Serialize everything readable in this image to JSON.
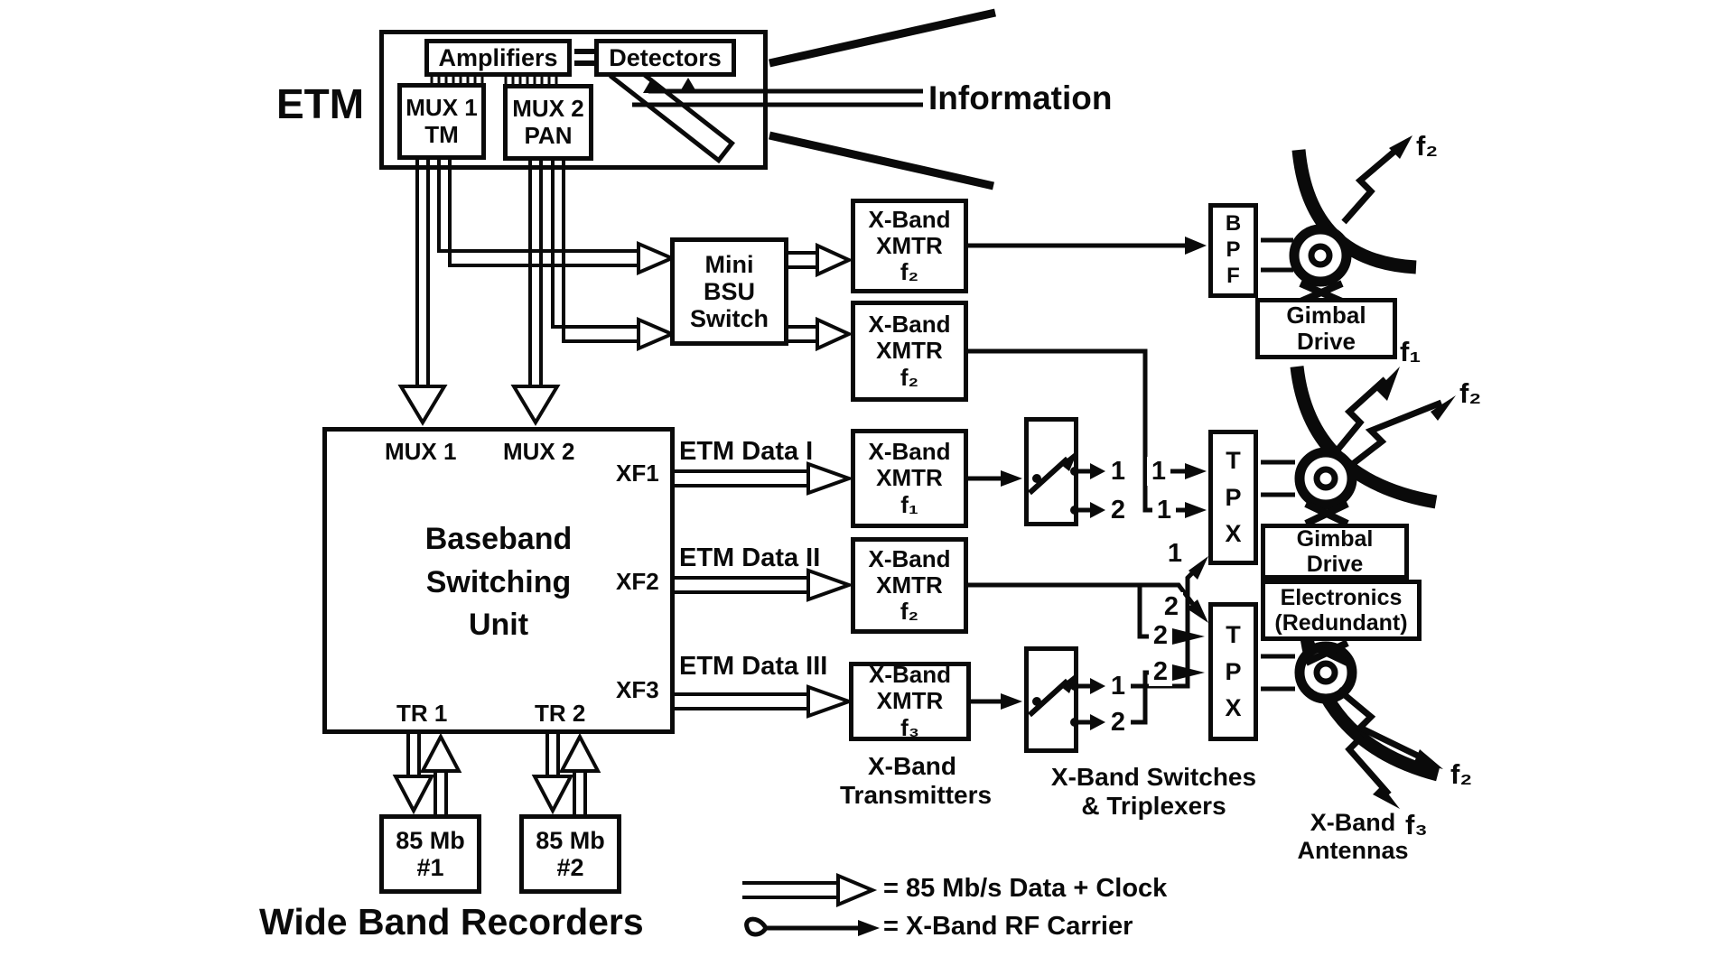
{
  "colors": {
    "ink": "#0a0a0a",
    "paper": "#ffffff"
  },
  "labels": {
    "etm": "ETM",
    "information": "Information",
    "wide_band_recorders": "Wide Band Recorders"
  },
  "boxes": {
    "amplifiers": "Amplifiers",
    "detectors": "Detectors",
    "mux1_tm": [
      "MUX 1",
      "TM"
    ],
    "mux2_pan": [
      "MUX 2",
      "PAN"
    ],
    "mini_bsu": [
      "Mini",
      "BSU",
      "Switch"
    ],
    "xmtr_f2": [
      "X-Band",
      "XMTR",
      "f₂"
    ],
    "xmtr_f1": [
      "X-Band",
      "XMTR",
      "f₁"
    ],
    "xmtr_f3": [
      "X-Band",
      "XMTR",
      "f₃"
    ],
    "bpf": [
      "B",
      "P",
      "F"
    ],
    "tpx": [
      "T",
      "P",
      "X"
    ],
    "gimbal_drive": [
      "Gimbal",
      "Drive"
    ],
    "gde": [
      "Gimbal",
      "Drive",
      "Electronics",
      "(Redundant)"
    ],
    "recorder1": [
      "85 Mb",
      "#1"
    ],
    "recorder2": [
      "85 Mb",
      "#2"
    ]
  },
  "bsu": {
    "title": [
      "Baseband",
      "Switching",
      "Unit"
    ],
    "ports": {
      "mux1": "MUX 1",
      "mux2": "MUX 2",
      "xf1": "XF1",
      "xf2": "XF2",
      "xf3": "XF3",
      "tr1": "TR 1",
      "tr2": "TR 2"
    }
  },
  "flows": {
    "etm_data_1": "ETM Data I",
    "etm_data_2": "ETM Data II",
    "etm_data_3": "ETM Data III"
  },
  "captions": {
    "transmitters": [
      "X-Band",
      "Transmitters"
    ],
    "switches": [
      "X-Band Switches",
      "& Triplexers"
    ],
    "antennas": [
      "X-Band",
      "Antennas"
    ]
  },
  "frequencies": {
    "top": "f₂",
    "mid_a": "f₁",
    "mid_b": "f₂",
    "bot_a": "f₂",
    "bot_b": "f₃"
  },
  "path_numbers": {
    "n1": "1",
    "n2": "1",
    "n3": "2",
    "n4": "1",
    "n5": "1",
    "n6": "2",
    "n7": "2",
    "n8": "2",
    "n9": "1",
    "n10": "2"
  },
  "legend": {
    "data_clock": "= 85 Mb/s Data + Clock",
    "rf_carrier": "= X-Band RF Carrier"
  }
}
